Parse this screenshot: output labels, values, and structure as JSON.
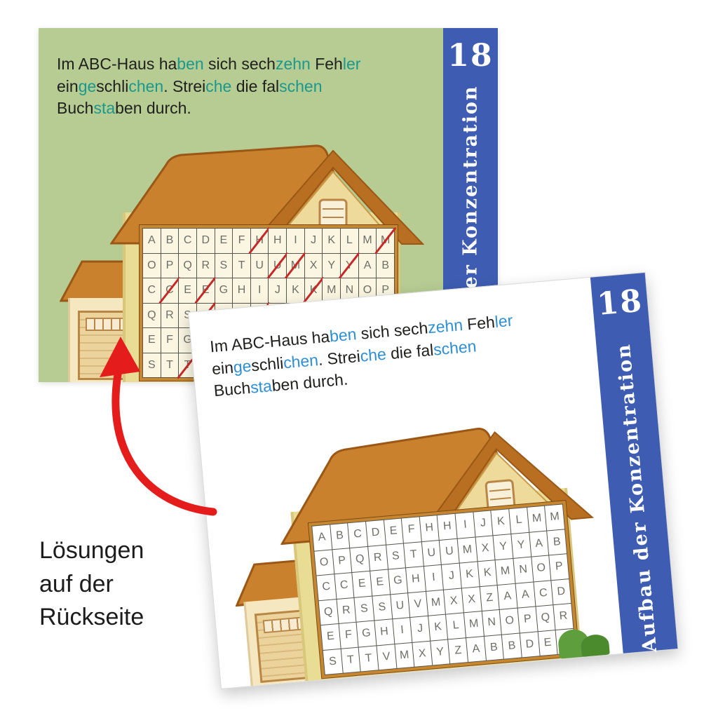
{
  "side_note": {
    "lines": [
      "Lösungen",
      "auf der",
      "Rückseite"
    ]
  },
  "cards": {
    "number": "18",
    "category": "Aufbau der Konzentration",
    "instruction_lines": [
      [
        {
          "t": "Im ABC-Haus ha"
        },
        {
          "t": "ben",
          "a": true
        },
        {
          "t": " sich sech"
        },
        {
          "t": "zehn",
          "a": true
        },
        {
          "t": " Feh"
        },
        {
          "t": "ler",
          "a": true
        }
      ],
      [
        {
          "t": "ein"
        },
        {
          "t": "ge",
          "a": true
        },
        {
          "t": "schli"
        },
        {
          "t": "chen",
          "a": true
        },
        {
          "t": ". Strei"
        },
        {
          "t": "che",
          "a": true
        },
        {
          "t": " die fal"
        },
        {
          "t": "schen",
          "a": true
        }
      ],
      [
        {
          "t": "Buch"
        },
        {
          "t": "sta",
          "a": true
        },
        {
          "t": "ben durch."
        }
      ]
    ],
    "grid": {
      "rows": [
        "ABCDEFHHIJKLMM",
        "OPQRSTUUMXYYAB",
        "CCEEGHIJKKMNOP",
        "QRSSUVMXXZAACD",
        "EFGHIJKLMNOPQR",
        "STTVMXYZABBDEE"
      ],
      "error_cells": [
        [
          6,
          13
        ],
        [
          7,
          8,
          11
        ],
        [
          1,
          3,
          9
        ],
        [
          3,
          6,
          8,
          11
        ],
        [],
        [
          2,
          4,
          10,
          13
        ]
      ]
    }
  },
  "colors": {
    "back_card_bg": "#b7cc93",
    "sidebar_blue": "#3e5db2",
    "accent_back": "#1a998c",
    "accent_front": "#2e8fd4",
    "strike_red": "#c62828",
    "arrow_red": "#e51c1c"
  }
}
